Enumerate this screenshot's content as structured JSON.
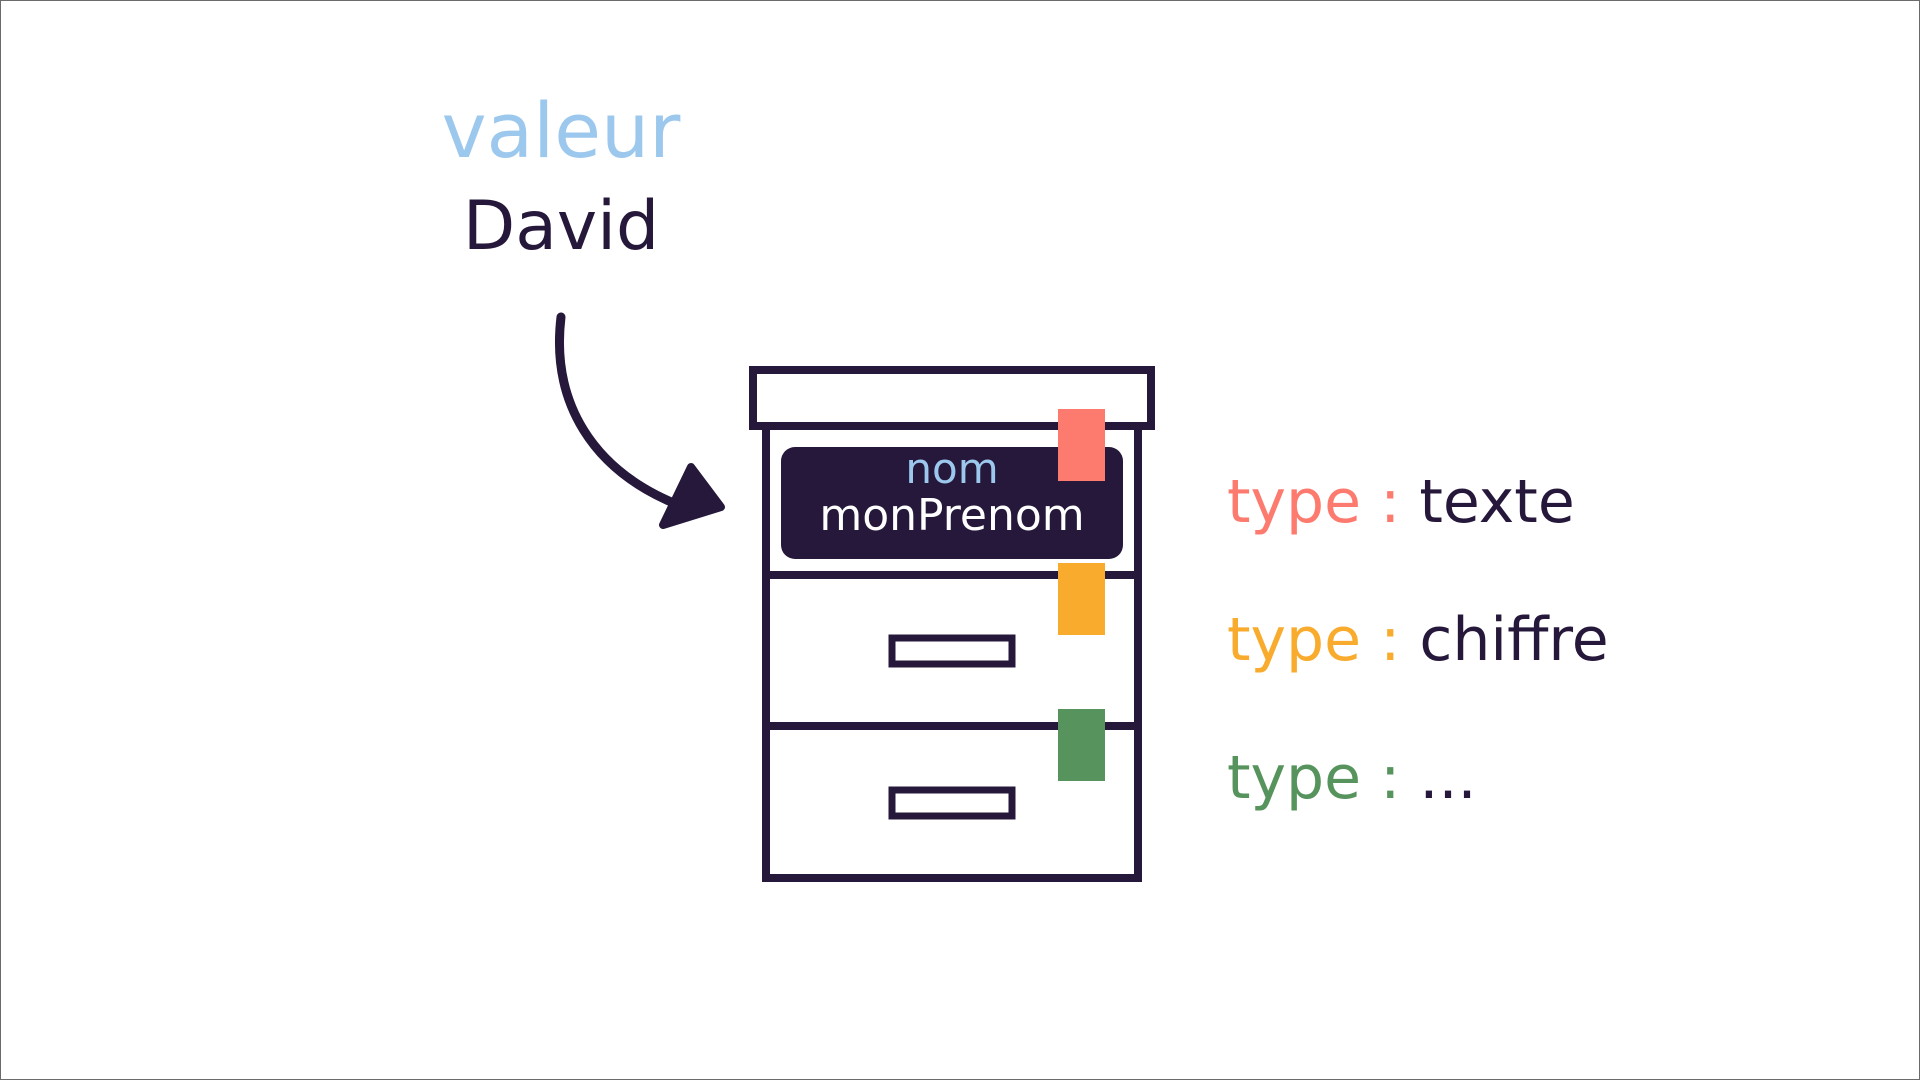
{
  "value_block": {
    "heading": "valeur",
    "value": "David"
  },
  "drawer_label": {
    "key": "nom",
    "name": "monPrenom"
  },
  "types": [
    {
      "prefix": "type :",
      "value": "texte",
      "color": "#fd7b6e"
    },
    {
      "prefix": "type :",
      "value": "chiffre",
      "color": "#f8ab2c"
    },
    {
      "prefix": "type :",
      "value": "...",
      "color": "#56935d"
    }
  ],
  "colors": {
    "ink": "#25183a",
    "value_blue": "#9dc8ee",
    "tag_red": "#fd7b6e",
    "tag_orange": "#f8ab2c",
    "tag_green": "#56935d"
  }
}
